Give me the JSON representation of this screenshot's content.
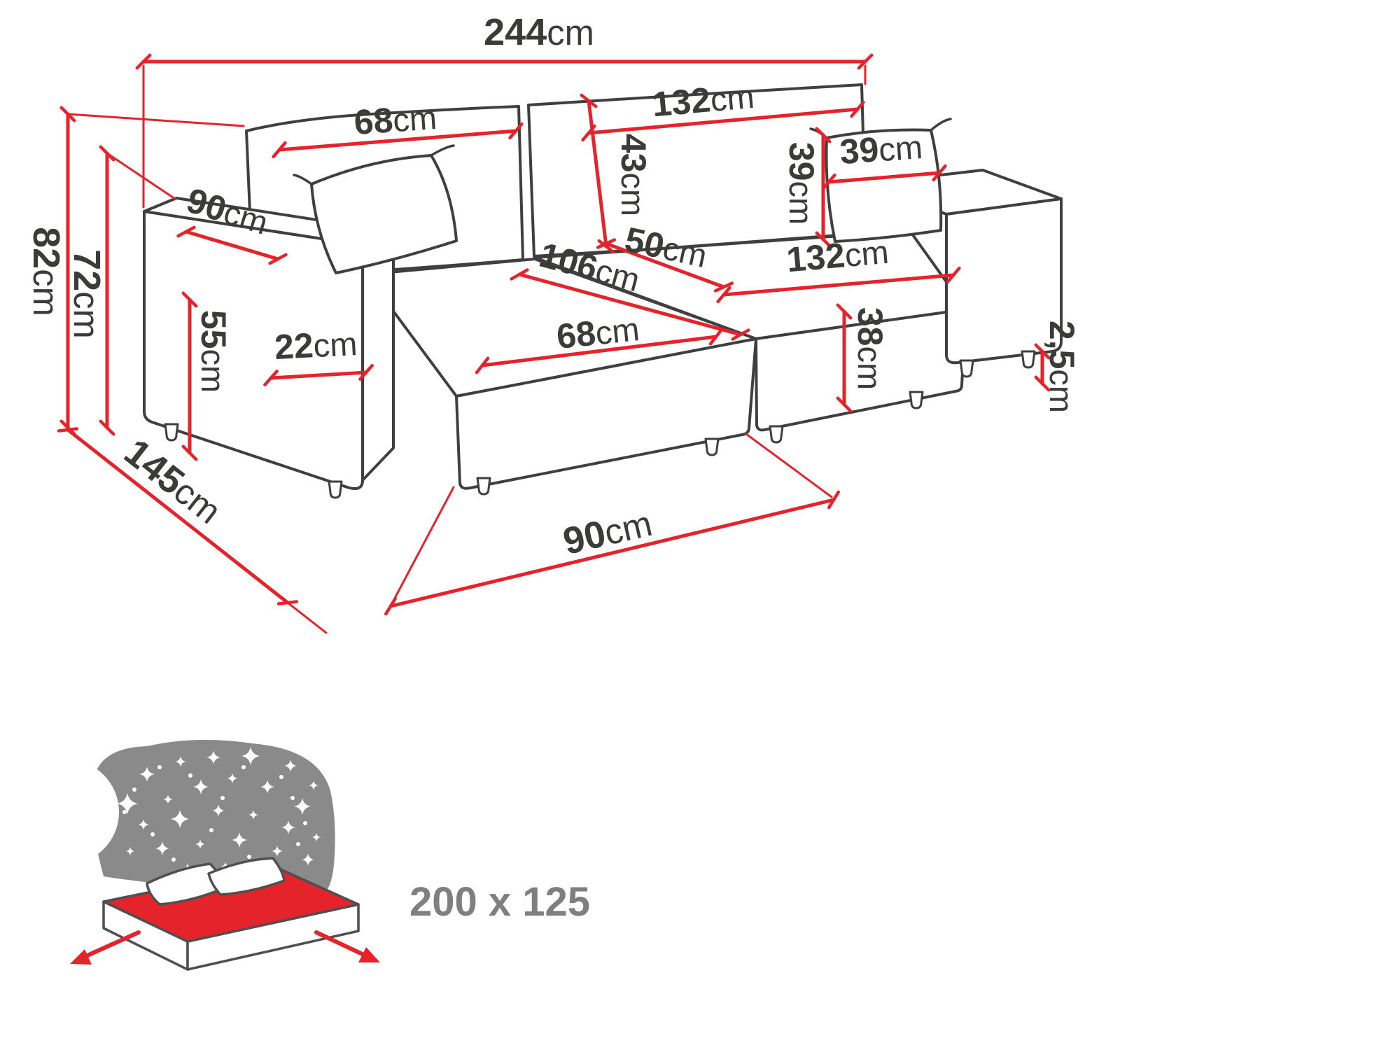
{
  "diagram": {
    "colors": {
      "dimension_red": "#e5232a",
      "outline_gray": "#3f3f3f",
      "label_dark": "#3b3b3a",
      "pictogram_gray": "#8a8a8a",
      "mattress_red": "#e5232a",
      "star_white": "#ffffff"
    },
    "dimensions": {
      "total_width": {
        "value": "244",
        "unit": "cm"
      },
      "back_left_width": {
        "value": "68",
        "unit": "cm"
      },
      "back_right_width": {
        "value": "132",
        "unit": "cm"
      },
      "back_height": {
        "value": "43",
        "unit": "cm"
      },
      "pillow_height": {
        "value": "39",
        "unit": "cm"
      },
      "pillow_width": {
        "value": "39",
        "unit": "cm"
      },
      "armrest_depth": {
        "value": "90",
        "unit": "cm"
      },
      "seat_depth": {
        "value": "50",
        "unit": "cm"
      },
      "seat_width": {
        "value": "132",
        "unit": "cm"
      },
      "chaise_length": {
        "value": "106",
        "unit": "cm"
      },
      "armrest_height": {
        "value": "55",
        "unit": "cm"
      },
      "armrest_width": {
        "value": "22",
        "unit": "cm"
      },
      "chaise_seat_width": {
        "value": "68",
        "unit": "cm"
      },
      "seat_front_height": {
        "value": "38",
        "unit": "cm"
      },
      "leg_height": {
        "value": "2,5",
        "unit": "cm"
      },
      "total_height": {
        "value": "82",
        "unit": "cm"
      },
      "arm_top_height": {
        "value": "72",
        "unit": "cm"
      },
      "total_depth": {
        "value": "145",
        "unit": "cm"
      },
      "chaise_width": {
        "value": "90",
        "unit": "cm"
      }
    },
    "sleeping_area": {
      "label": "200 x 125"
    }
  }
}
